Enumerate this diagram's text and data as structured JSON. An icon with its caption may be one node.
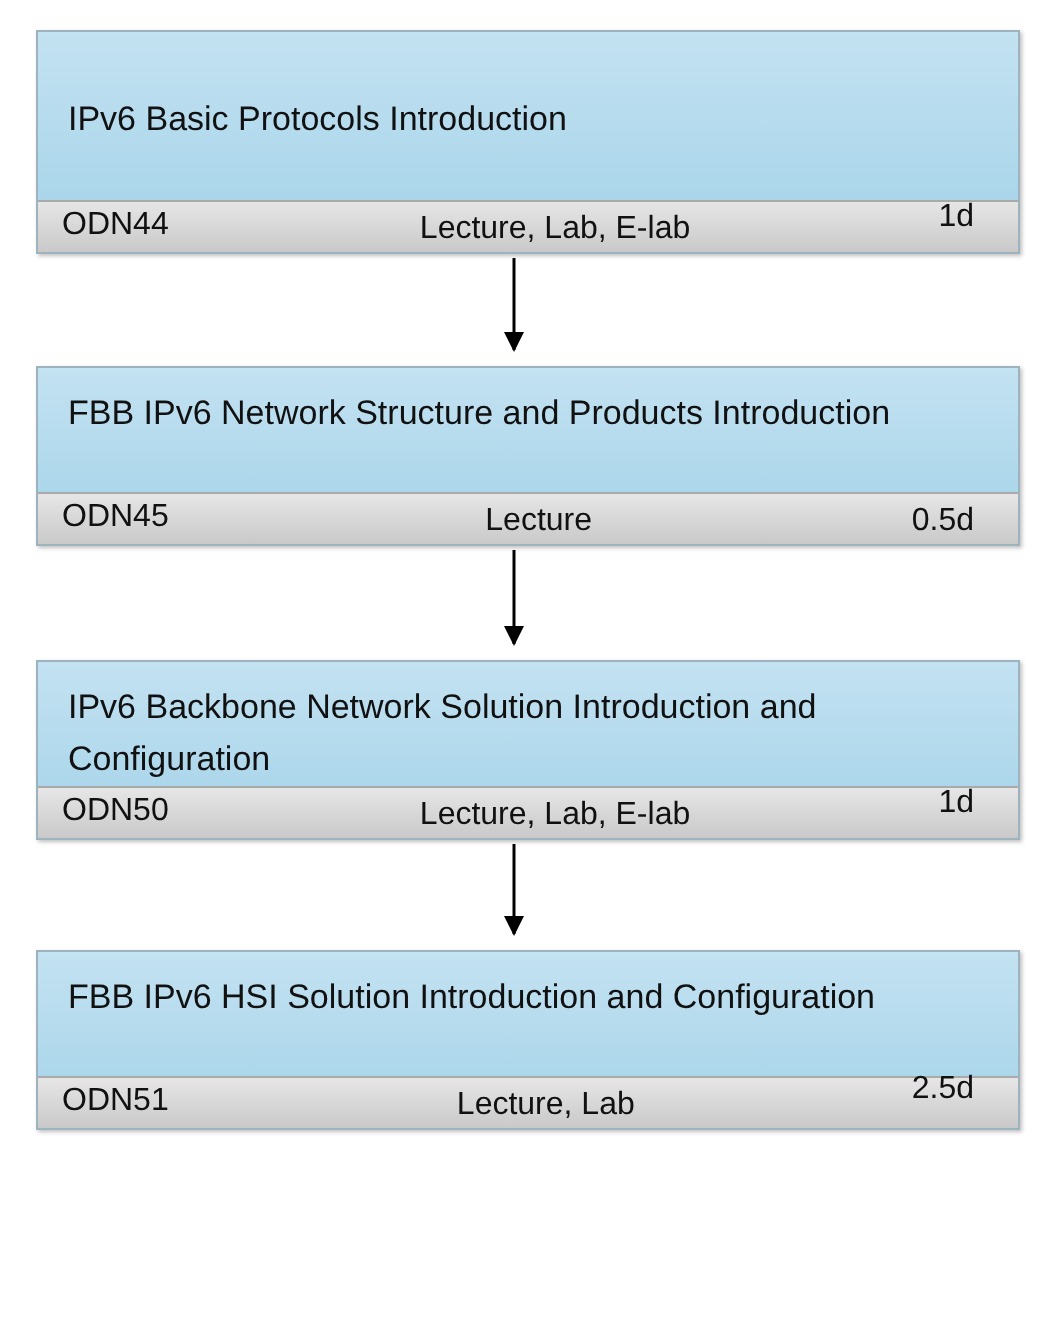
{
  "diagram": {
    "nodes": [
      {
        "text": [
          "IPv6 Basic Protocols Introduction",
          "ODN44",
          "Lecture, Lab, E-lab",
          "1d"
        ]
      },
      {
        "text": [
          "FBB IPv6 Network Structure and Products Introduction",
          "ODN45",
          "Lecture",
          "0.5d"
        ]
      },
      {
        "text": [
          "IPv6 Backbone Network Solution Introduction and Configuration",
          "ODN50",
          "Lecture, Lab, E-lab",
          "1d"
        ]
      },
      {
        "text": [
          "FBB IPv6 HSI Solution Introduction and Configuration",
          "ODN51",
          "Lecture, Lab",
          "2.5d"
        ]
      }
    ],
    "edges": [
      {
        "from": 0,
        "to": 1,
        "arrow": "to"
      },
      {
        "from": 1,
        "to": 2,
        "arrow": "to"
      },
      {
        "from": 2,
        "to": 3,
        "arrow": "to"
      }
    ]
  }
}
